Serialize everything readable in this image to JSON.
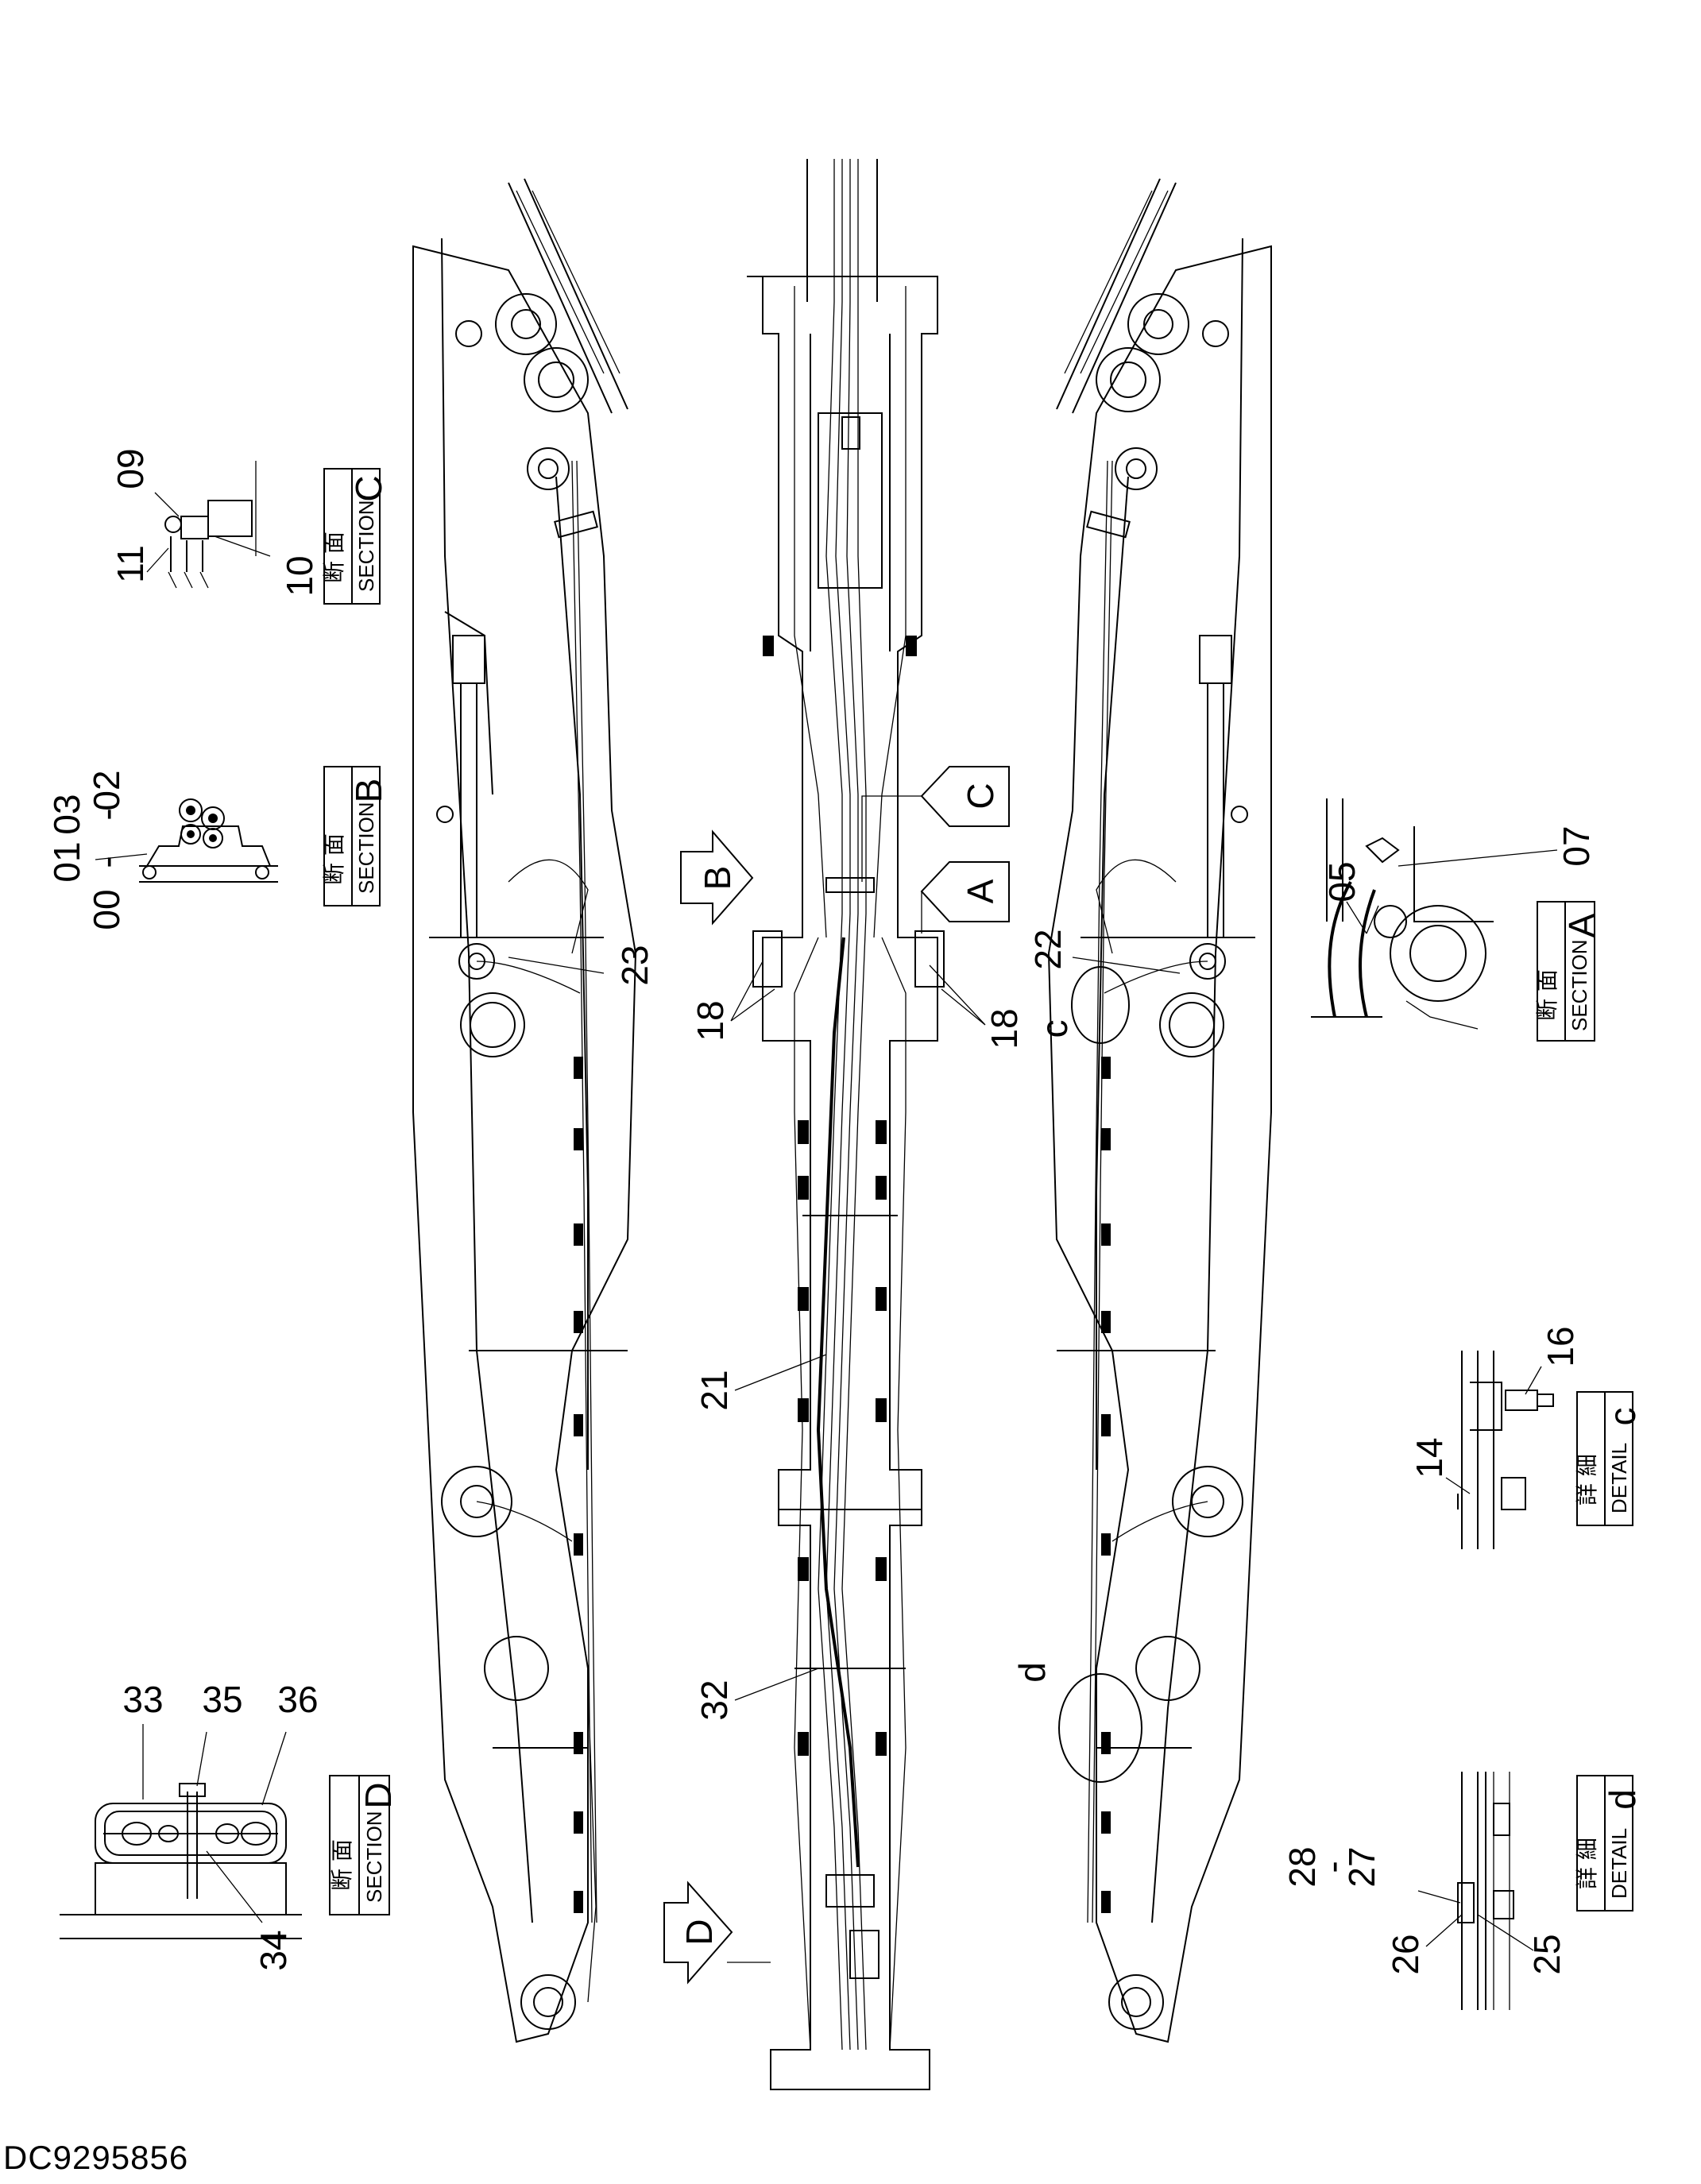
{
  "document_id": "DC9295856",
  "sections": {
    "A": {
      "jp": "断 面",
      "en": "SECTION",
      "letter": "A"
    },
    "B": {
      "jp": "断 面",
      "en": "SECTION",
      "letter": "B"
    },
    "C": {
      "jp": "断 面",
      "en": "SECTION",
      "letter": "C"
    },
    "D": {
      "jp": "断 面",
      "en": "SECTION",
      "letter": "D"
    }
  },
  "details": {
    "c": {
      "jp": "詳 細",
      "en": "DETAIL",
      "letter": "c"
    },
    "d": {
      "jp": "詳 細",
      "en": "DETAIL",
      "letter": "d"
    }
  },
  "view_markers": {
    "A": "A",
    "B": "B",
    "C": "C",
    "D": "D"
  },
  "detail_markers": {
    "c": "c",
    "d": "d"
  },
  "part_callouts": {
    "p00": "00",
    "p01": "01",
    "p02": "02",
    "p03": "03",
    "p05": "05",
    "p07": "07",
    "p09": "09",
    "p10": "10",
    "p11": "11",
    "p14": "14",
    "p16": "16",
    "p18a": "18",
    "p18b": "18",
    "p21": "21",
    "p22": "22",
    "p23": "23",
    "p25": "25",
    "p26": "26",
    "p27": "27",
    "p28": "28",
    "p32": "32",
    "p33": "33",
    "p34": "34",
    "p35": "35",
    "p36": "36"
  },
  "range_separator": "-"
}
